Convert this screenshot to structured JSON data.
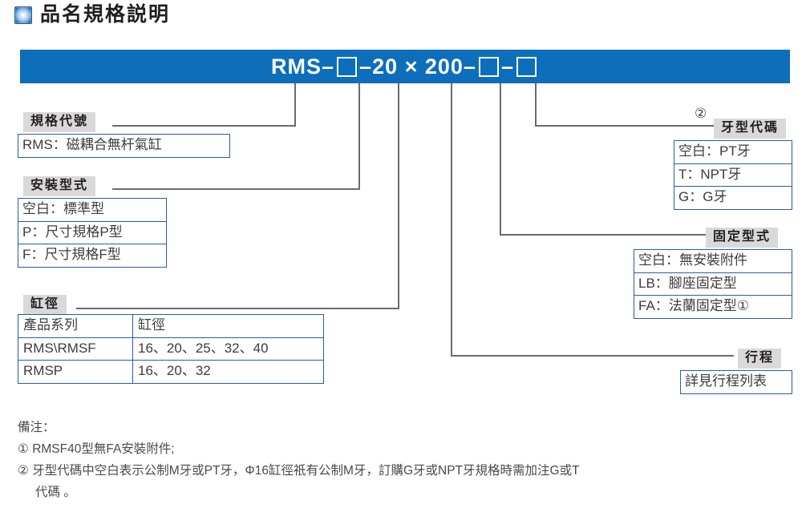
{
  "page": {
    "title": "品名規格説明",
    "title_icon": "blue-square-bullet"
  },
  "model_bar": {
    "prefix": "RMS–",
    "seg_bore_sep": "–20 × 200–",
    "seg_dash": "–",
    "full_code": "RMS–□–20 × 200–□–□",
    "bar_color": "#0d6ebc"
  },
  "blocks": {
    "spec_code": {
      "caption": "規格代號",
      "rows": [
        "RMS：磁耦合無杆氣缸"
      ]
    },
    "mounting_type": {
      "caption": "安裝型式",
      "rows": [
        "空白：標準型",
        "P：尺寸規格P型",
        "F：尺寸規格F型"
      ]
    },
    "bore": {
      "caption": "缸徑",
      "columns": [
        "產品系列",
        "缸徑"
      ],
      "rows": [
        [
          "RMS\\RMSF",
          "16、20、25、32、40"
        ],
        [
          "RMSP",
          "16、20、32"
        ]
      ]
    },
    "thread_code": {
      "caption": "牙型代碼",
      "note_ref": "②",
      "rows": [
        "空白：PT牙",
        "T：NPT牙",
        "G：G牙"
      ]
    },
    "fixing_type": {
      "caption": "固定型式",
      "rows": [
        "空白：無安裝附件",
        "LB：腳座固定型",
        "FA：法蘭固定型①"
      ]
    },
    "stroke": {
      "caption": "行程",
      "rows": [
        "詳見行程列表"
      ]
    }
  },
  "remarks": {
    "heading": "備注：",
    "items": [
      "① RMSF40型無FA安裝附件;",
      "② 牙型代碼中空白表示公制M牙或PT牙，Φ16缸徑祇有公制M牙，訂購G牙或NPT牙規格時需加注G或T",
      "代碼 。"
    ]
  },
  "colors": {
    "brand_blue": "#0d6ebc",
    "box_border": "#2f5aa8",
    "caption_bg": "#d9d9d9",
    "leader": "#6b6b6b"
  }
}
